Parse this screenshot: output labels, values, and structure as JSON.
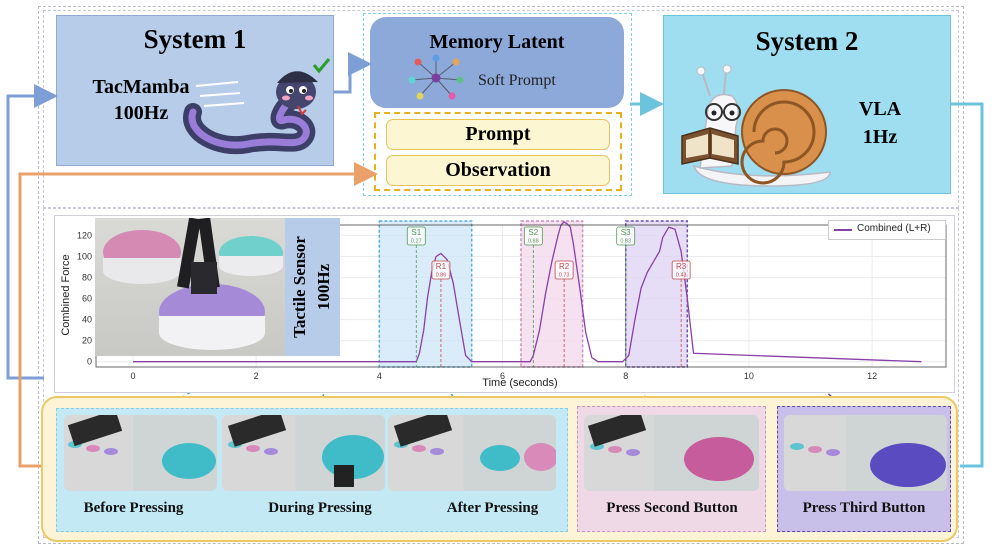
{
  "system1": {
    "title": "System 1",
    "model": "TacMamba",
    "rate": "100Hz"
  },
  "memory": {
    "title": "Memory Latent",
    "soft_prompt": "Soft Prompt",
    "prompt": "Prompt",
    "observation": "Observation"
  },
  "system2": {
    "title": "System 2",
    "model": "VLA",
    "rate": "1Hz"
  },
  "tactile": {
    "label": "Tactile Sensor",
    "rate": "100Hz"
  },
  "chart_data": {
    "type": "line",
    "xlabel": "Time (seconds)",
    "ylabel": "Combined Force",
    "xlim": [
      -0.6,
      13.2
    ],
    "ylim": [
      -5,
      130
    ],
    "xticks": [
      "0",
      "2",
      "4",
      "6",
      "8",
      "10",
      "12"
    ],
    "yticks": [
      "0",
      "20",
      "40",
      "60",
      "80",
      "100",
      "120"
    ],
    "grid": true,
    "legend_position": "top-right",
    "series": [
      {
        "name": "Combined (L+R)",
        "color": "#8a3fa8",
        "x": [
          0,
          4.6,
          4.65,
          4.72,
          4.78,
          4.85,
          4.92,
          5.0,
          5.1,
          5.2,
          5.3,
          5.4,
          5.5,
          6.45,
          6.5,
          6.6,
          6.7,
          6.8,
          6.9,
          6.95,
          7.0,
          7.05,
          7.1,
          7.15,
          7.25,
          7.35,
          7.45,
          7.55,
          7.65,
          7.75,
          7.85,
          7.95,
          8.05,
          8.15,
          8.25,
          8.35,
          8.45,
          8.55,
          8.6,
          8.7,
          8.8,
          8.9,
          9.0,
          9.1,
          12.8
        ],
        "y": [
          0,
          0,
          8,
          30,
          60,
          85,
          100,
          103,
          97,
          75,
          40,
          6,
          0,
          0,
          6,
          30,
          65,
          95,
          120,
          130,
          133,
          131,
          128,
          112,
          72,
          28,
          4,
          0,
          0,
          0,
          0,
          0,
          6,
          40,
          70,
          85,
          95,
          105,
          118,
          128,
          126,
          105,
          60,
          8,
          0
        ]
      }
    ],
    "regions": [
      {
        "x0": 4.0,
        "x1": 5.5,
        "fill": "#cde6f7",
        "stroke": "#5aaed8"
      },
      {
        "x0": 6.3,
        "x1": 7.3,
        "fill": "#f1d7ea",
        "stroke": "#c88fbf"
      },
      {
        "x0": 8.0,
        "x1": 9.0,
        "fill": "#ddd3f3",
        "stroke": "#6d4fb0"
      }
    ],
    "markers": [
      {
        "label": "S1",
        "value": "0.27",
        "x": 4.6,
        "row": "s",
        "color": "#4f9a4f"
      },
      {
        "label": "R1",
        "value": "0.86",
        "x": 5.0,
        "row": "r",
        "color": "#c04a4a"
      },
      {
        "label": "S2",
        "value": "0.88",
        "x": 6.5,
        "row": "s",
        "color": "#4f9a4f"
      },
      {
        "label": "R2",
        "value": "0.73",
        "x": 7.0,
        "row": "r",
        "color": "#c04a4a"
      },
      {
        "label": "S3",
        "value": "0.83",
        "x": 8.0,
        "row": "s",
        "color": "#4f9a4f"
      },
      {
        "label": "R3",
        "value": "0.43",
        "x": 8.9,
        "row": "r",
        "color": "#c04a4a"
      }
    ]
  },
  "frames": {
    "before": "Before Pressing",
    "during": "During Pressing",
    "after": "After Pressing",
    "second": "Press Second Button",
    "third": "Press Third Button"
  }
}
